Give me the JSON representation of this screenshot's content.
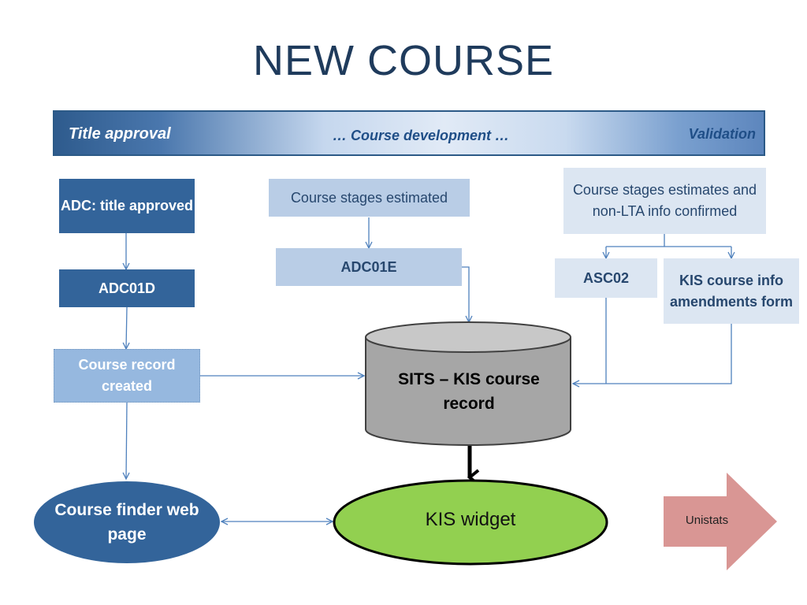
{
  "title": "NEW COURSE",
  "banner": {
    "left": "Title approval",
    "middle": "…  Course development  …",
    "right": "Validation"
  },
  "nodes": {
    "adc_title": "ADC: title approved",
    "adc01d": "ADC01D",
    "course_record": "Course record created",
    "stages_estimated": "Course stages estimated",
    "adc01e": "ADC01E",
    "stages_confirmed": "Course stages estimates and non-LTA info confirmed",
    "asc02": "ASC02",
    "kis_form": "KIS course info amendments form",
    "sits": "SITS – KIS course record",
    "course_finder": "Course finder web page",
    "kis_widget": "KIS widget",
    "unistats": "Unistats"
  },
  "colors": {
    "dark_box": "#33649a",
    "light_box": "#b9cde6",
    "cylinder": "#a6a6a6",
    "widget": "#92d050",
    "unistats": "#d99694",
    "line": "#4f81bd"
  }
}
